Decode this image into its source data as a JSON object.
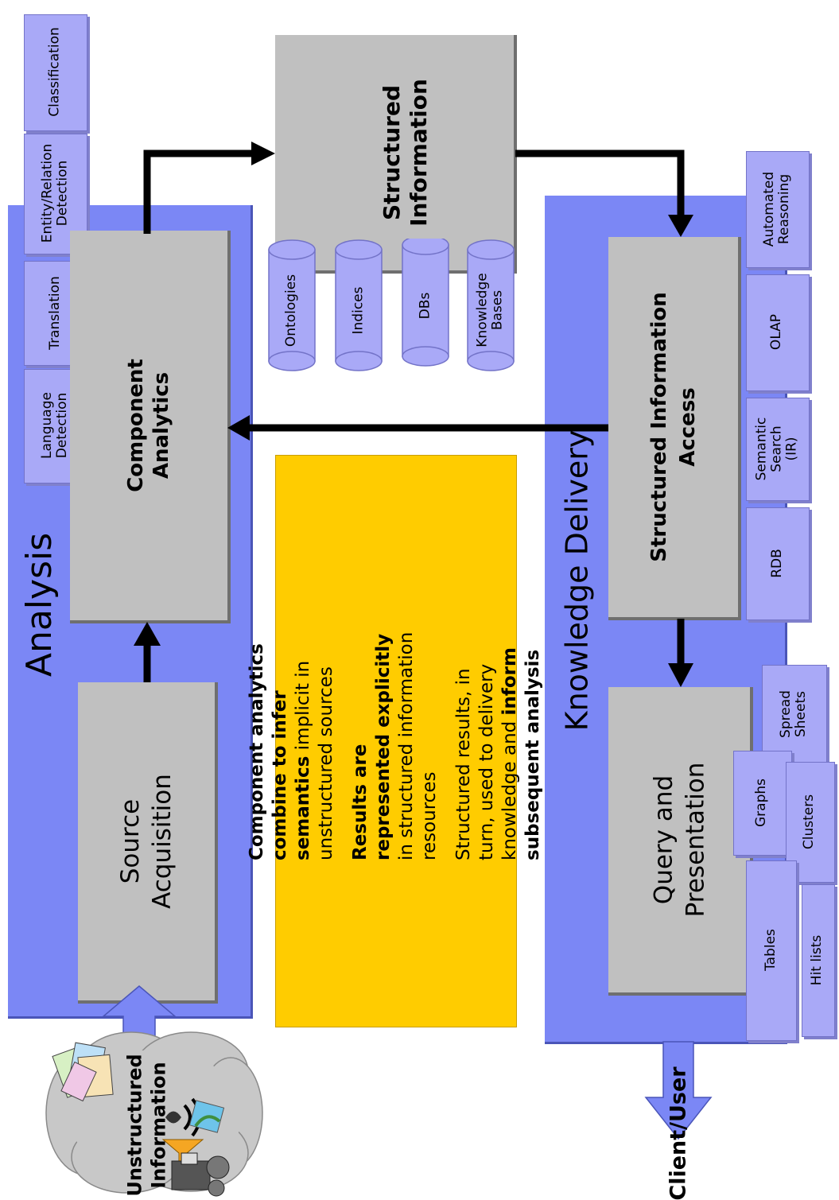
{
  "analysis": {
    "title": "Analysis",
    "source_acquisition": "Source\nAcquisition",
    "component_analytics": "Component\nAnalytics",
    "cards": [
      "Classification",
      "Entity/Relation\nDetection",
      "Translation",
      "Language\nDetection"
    ]
  },
  "structured_information": {
    "title": "Structured\nInformation",
    "stores": [
      "Ontologies",
      "Indices",
      "DBs",
      "Knowledge\nBases"
    ]
  },
  "knowledge_delivery": {
    "title": "Knowledge Delivery",
    "access": "Structured Information\nAccess",
    "query": "Query and\nPresentation",
    "access_cards": [
      "Automated\nReasoning",
      "OLAP",
      "Semantic\nSearch\n(IR)",
      "RDB"
    ],
    "output_cards": [
      "Spread\nSheets",
      "Graphs",
      "Clusters",
      "Tables",
      "Hit lists"
    ]
  },
  "unstructured": "Unstructured\nInformation",
  "client": "Client/User",
  "note": {
    "p1_bold": "Component analytics combine to infer semantics",
    "p1_rest": " implicit in unstructured sources",
    "p2_bold": "Results are represented explicitly",
    "p2_rest": " in structured information resources",
    "p3_start": "Structured results, in turn, used to delivery knowledge and ",
    "p3_bold": "inform subsequent analysis"
  },
  "colors": {
    "band": "#7b87f5",
    "box": "#c0c0c0",
    "card": "#a9a9f7",
    "note": "#ffcc00",
    "cloud": "#c8c8c8"
  },
  "icons": [
    "documents-icon",
    "audio-icon",
    "filter-icon",
    "image-icon",
    "video-icon"
  ]
}
